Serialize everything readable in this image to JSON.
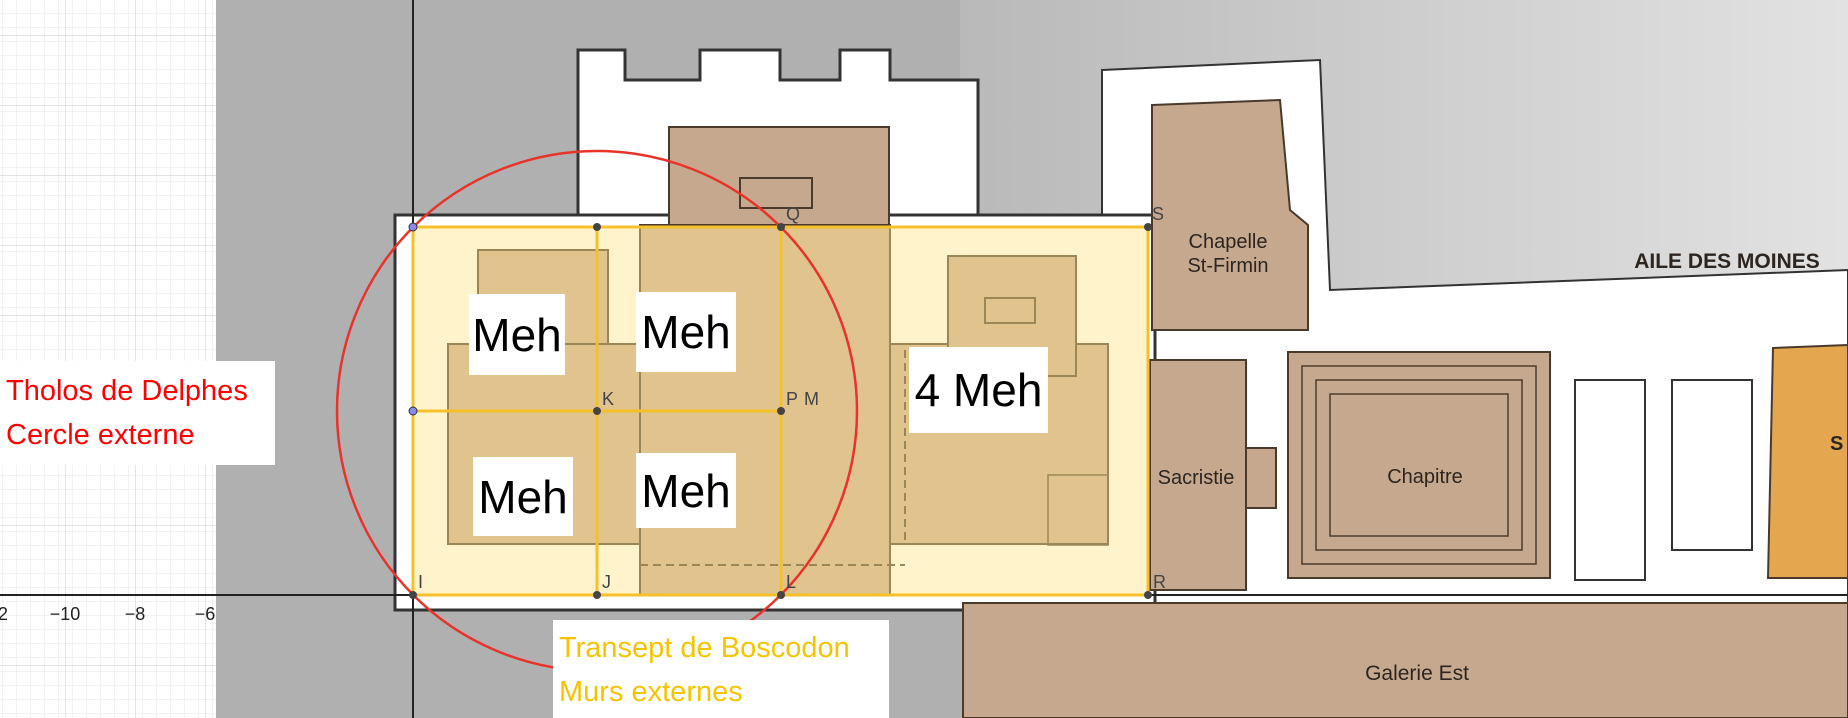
{
  "axis": {
    "x_ticks": [
      "2",
      "−10",
      "−8",
      "−6"
    ]
  },
  "points": {
    "Q": "Q",
    "S": "S",
    "K": "K",
    "P": "P",
    "M": "M",
    "I": "I",
    "J": "J",
    "L": "L",
    "R": "R"
  },
  "area_labels": [
    "Meh",
    "Meh",
    "Meh",
    "Meh",
    "4 Meh"
  ],
  "plan_labels": {
    "chapelle_line1": "Chapelle",
    "chapelle_line2": "St-Firmin",
    "aile": "AILE DES MOINES",
    "sacristie": "Sacristie",
    "chapitre": "Chapitre",
    "galerie": "Galerie Est",
    "cut_label": "S"
  },
  "captions": {
    "tholos_line1": "Tholos de Delphes",
    "tholos_line2": "Cercle externe",
    "transept_line1": "Transept de Boscodon",
    "transept_line2": "Murs externes"
  },
  "colors": {
    "circle": "#e8322a",
    "rect": "#f5c02a",
    "tholos_text": "#ff0000",
    "transept_text": "#f5c400",
    "plan_brown": "#c6a88e",
    "orange_room": "#e5a650"
  }
}
